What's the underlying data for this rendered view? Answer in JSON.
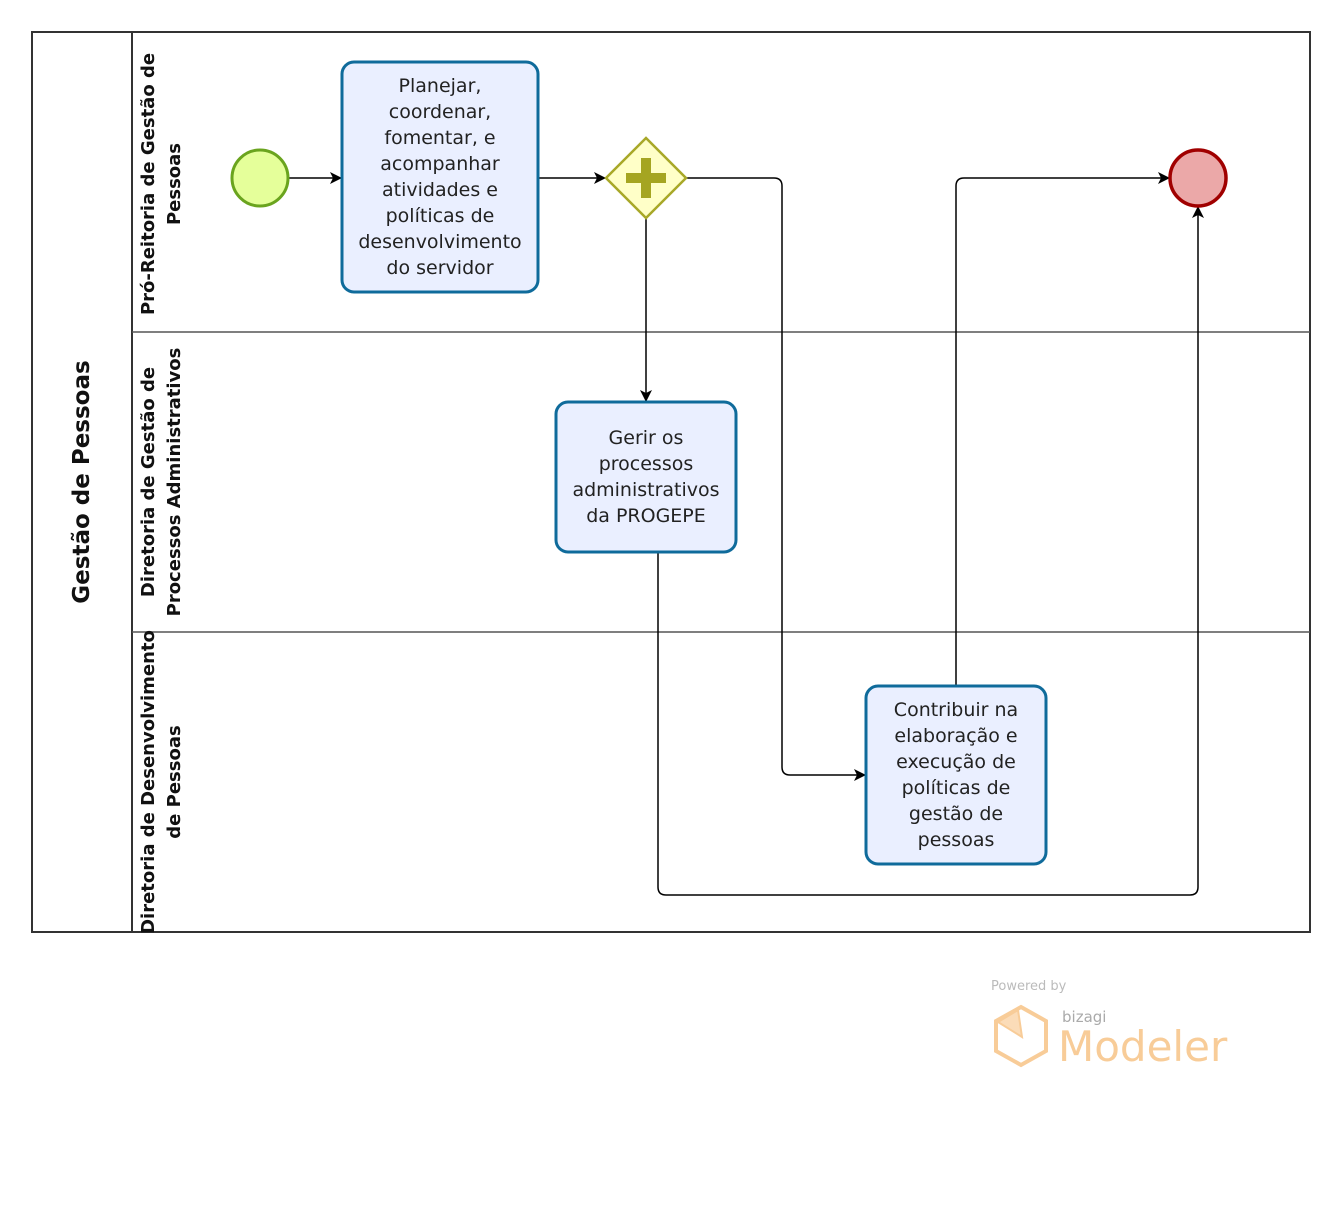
{
  "pool": {
    "title": "Gestão de Pessoas"
  },
  "lanes": [
    {
      "label_line1": "Pró-Reitoria de Gestão de",
      "label_line2": "Pessoas"
    },
    {
      "label_line1": "Diretoria de Gestão de",
      "label_line2": "Processos Administrativos"
    },
    {
      "label_line1": "Diretoria de Desenvolvimento",
      "label_line2": "de Pessoas"
    }
  ],
  "tasks": [
    {
      "text": "Planejar, coordenar, fomentar, e acompanhar atividades e políticas de desenvolvimento do servidor"
    },
    {
      "text": "Gerir os processos administrativos da PROGEPE"
    },
    {
      "text": "Contribuir na elaboração e execução de políticas de gestão de pessoas"
    }
  ],
  "events": {
    "start": "start-event",
    "end": "end-event",
    "gateway": "parallel-gateway"
  },
  "colors": {
    "task_fill": "#eaefff",
    "task_stroke": "#0f6b9b",
    "start_fill": "#e5ff9a",
    "start_stroke": "#6aa41e",
    "end_fill": "#eba8a8",
    "end_stroke": "#a00000",
    "gateway_fill": "#ffffc8",
    "gateway_stroke": "#a8a828"
  },
  "watermark": {
    "powered": "Powered by",
    "brand": "bizagi",
    "product": "Modeler"
  }
}
